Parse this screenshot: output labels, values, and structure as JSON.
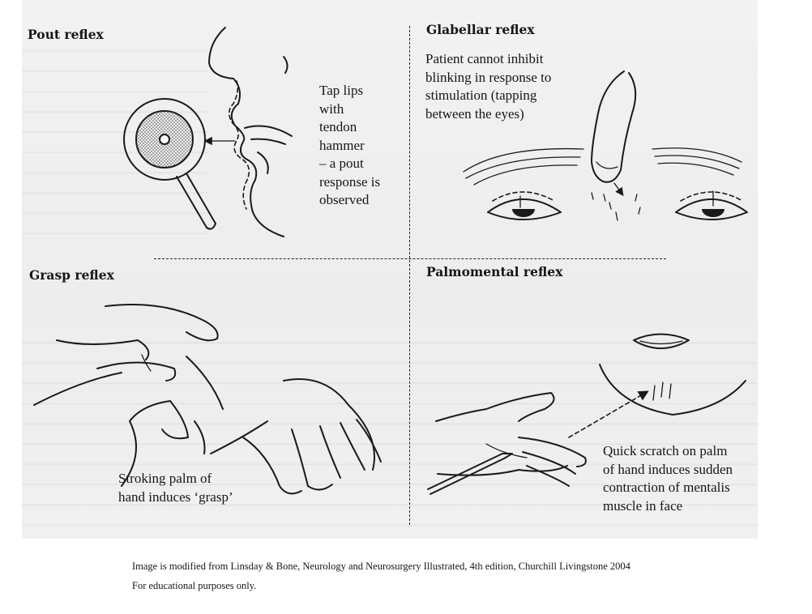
{
  "panels": {
    "pout": {
      "title": "Pout reflex",
      "caption_lines": [
        "Tap lips",
        "with",
        "tendon",
        "hammer",
        "– a pout",
        "response is",
        "observed"
      ]
    },
    "glabellar": {
      "title": "Glabellar reflex",
      "caption_lines": [
        "Patient cannot inhibit",
        "blinking in response to",
        "stimulation (tapping",
        "between the eyes)"
      ]
    },
    "grasp": {
      "title": "Grasp reflex",
      "caption_lines": [
        "Stroking palm of",
        "hand induces ‘grasp’"
      ]
    },
    "palmomental": {
      "title": "Palmomental reflex",
      "caption_lines": [
        "Quick scratch on palm",
        "of hand induces sudden",
        "contraction of mentalis",
        "muscle in face"
      ]
    }
  },
  "footer": {
    "source": "Image is modified from Linsday & Bone, Neurology and Neurosurgery Illustrated, 4th edition, Churchill Livingstone 2004",
    "note": "For educational purposes only."
  },
  "icons": {
    "pout_art": "tendon-hammer-and-face-profile",
    "glabellar_art": "finger-tapping-between-eyebrows",
    "grasp_art": "two-hands-stroking-palm",
    "palmomental_art": "pen-scratching-palm-and-chin"
  }
}
